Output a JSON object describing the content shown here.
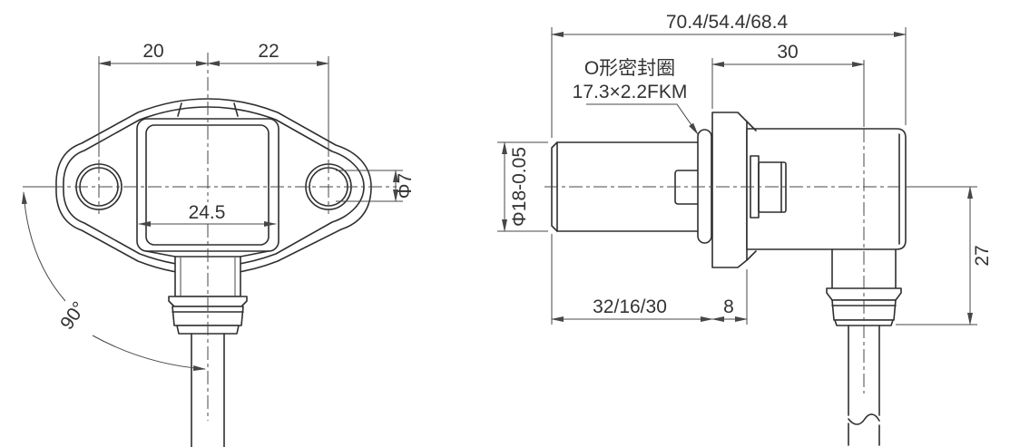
{
  "drawing": {
    "title": "sensor-connector-dimension-drawing",
    "front_view": {
      "dim_left_hole_offset": "20",
      "dim_right_hole_offset": "22",
      "dim_body_width": "24.5",
      "dim_hole_diameter": "Φ7",
      "dim_cable_angle": "90°"
    },
    "side_view": {
      "dim_total_length": "70.4/54.4/68.4",
      "dim_connector_length": "30",
      "oring_label_line1": "O形密封圈",
      "oring_label_line2": "17.3×2.2FKM",
      "dim_probe_diameter": "Φ18-0.05",
      "dim_probe_length": "32/16/30",
      "dim_flange_thickness": "8",
      "dim_connector_height": "27"
    }
  }
}
